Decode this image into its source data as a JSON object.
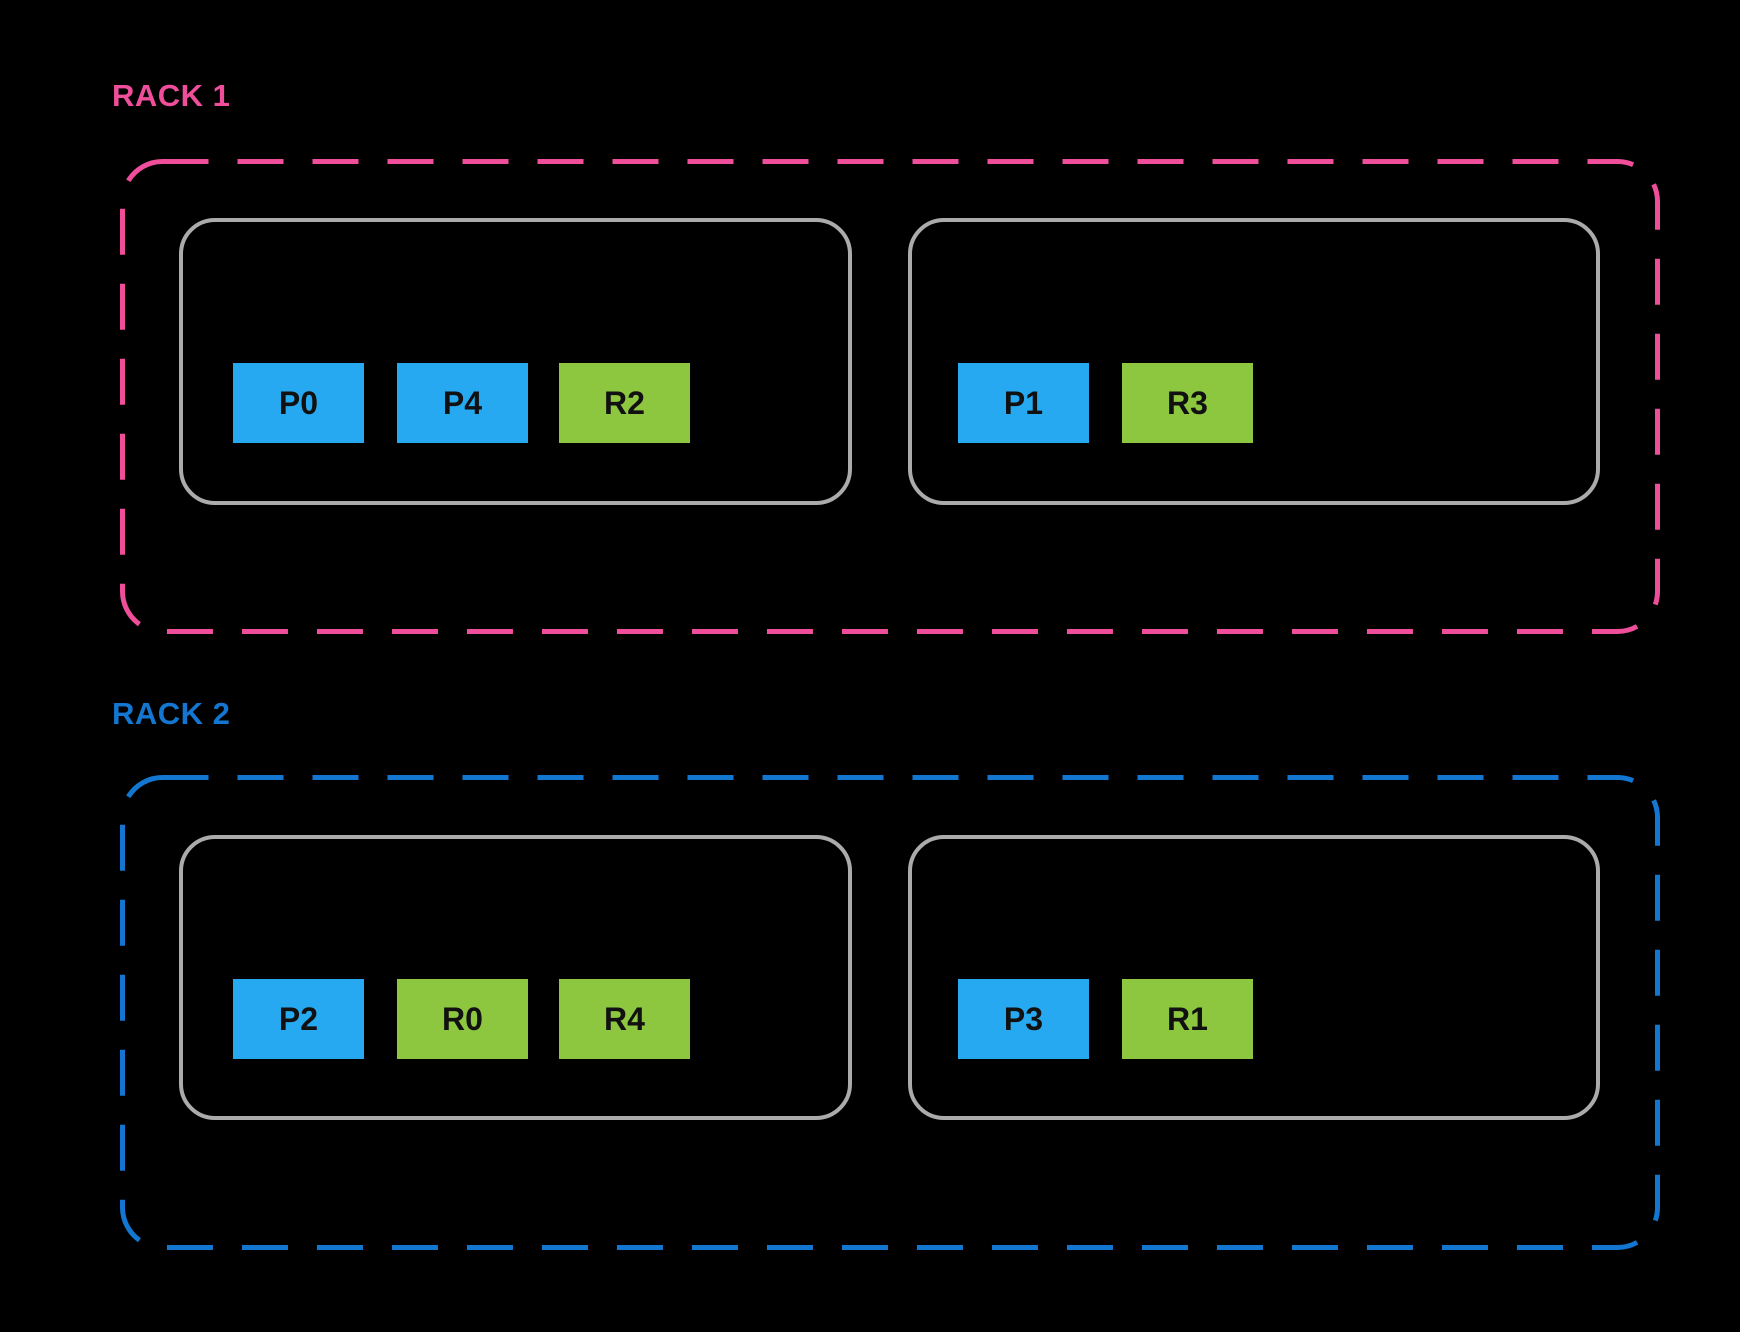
{
  "colors": {
    "background": "#000000",
    "rack1_accent": "#EF4E9B",
    "rack2_accent": "#1377D2",
    "primary_block": "#27A9F1",
    "replica_block": "#8DC63F",
    "node_border": "#ABABAB",
    "block_text": "#111111"
  },
  "racks": [
    {
      "label": "RACK 1",
      "nodes": [
        {
          "blocks": [
            {
              "label": "P0",
              "color": "blue"
            },
            {
              "label": "P4",
              "color": "blue"
            },
            {
              "label": "R2",
              "color": "green"
            }
          ]
        },
        {
          "blocks": [
            {
              "label": "P1",
              "color": "blue"
            },
            {
              "label": "R3",
              "color": "green"
            }
          ]
        }
      ]
    },
    {
      "label": "RACK 2",
      "nodes": [
        {
          "blocks": [
            {
              "label": "P2",
              "color": "blue"
            },
            {
              "label": "R0",
              "color": "green"
            },
            {
              "label": "R4",
              "color": "green"
            }
          ]
        },
        {
          "blocks": [
            {
              "label": "P3",
              "color": "blue"
            },
            {
              "label": "R1",
              "color": "green"
            }
          ]
        }
      ]
    }
  ]
}
